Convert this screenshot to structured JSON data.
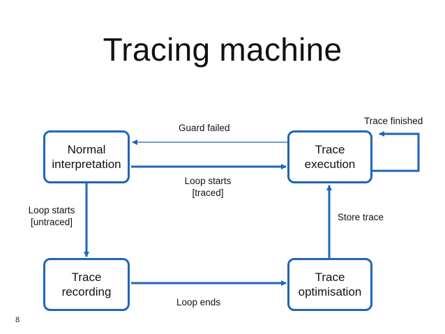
{
  "title": "Tracing machine",
  "page_number": "8",
  "states": {
    "normal": [
      "Normal",
      "interpretation"
    ],
    "trace_execution": [
      "Trace",
      "execution"
    ],
    "trace_recording": [
      "Trace",
      "recording"
    ],
    "trace_optimisation": [
      "Trace",
      "optimisation"
    ]
  },
  "transitions": {
    "guard_failed": "Guard failed",
    "loop_starts_traced": [
      "Loop starts",
      "[traced]"
    ],
    "loop_starts_untraced": [
      "Loop starts",
      "[untraced]"
    ],
    "loop_ends": "Loop ends",
    "store_trace": "Store trace",
    "trace_finished": "Trace finished"
  },
  "colors": {
    "arrow": "#1f66b5",
    "box_border": "#1f66b5"
  }
}
